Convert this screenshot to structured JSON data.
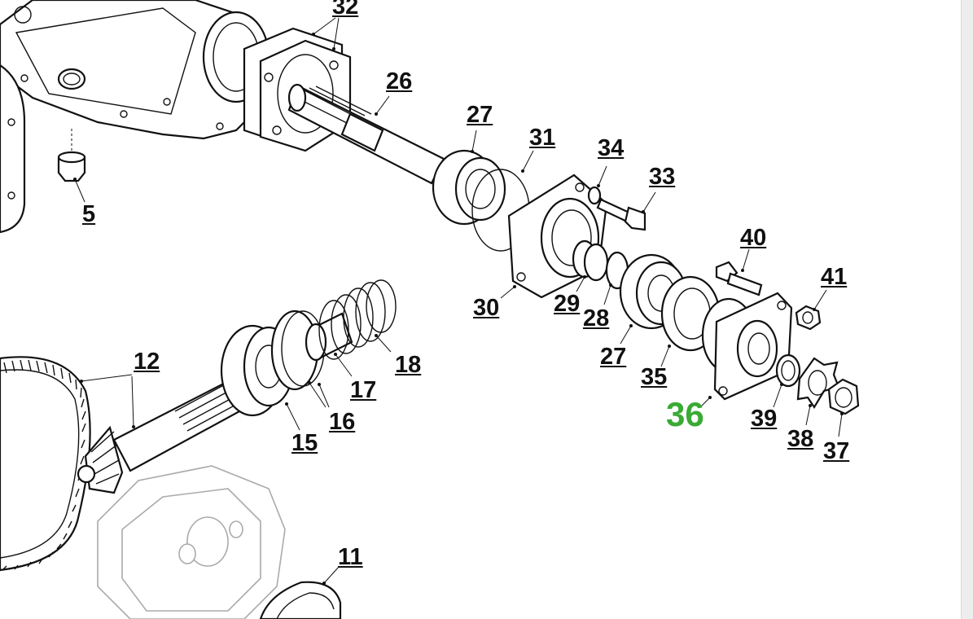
{
  "colors": {
    "line": "#111111",
    "ghost_line": "#aaaaaa",
    "active_callout": "#3aaa35",
    "background": "#ffffff",
    "scrollbar": "#ededed"
  },
  "active_part": "36",
  "callouts": [
    {
      "id": "c32",
      "label": "32"
    },
    {
      "id": "c26",
      "label": "26"
    },
    {
      "id": "c27a",
      "label": "27"
    },
    {
      "id": "c31",
      "label": "31"
    },
    {
      "id": "c34",
      "label": "34"
    },
    {
      "id": "c33",
      "label": "33"
    },
    {
      "id": "c5",
      "label": "5"
    },
    {
      "id": "c40",
      "label": "40"
    },
    {
      "id": "c41",
      "label": "41"
    },
    {
      "id": "c30",
      "label": "30"
    },
    {
      "id": "c29",
      "label": "29"
    },
    {
      "id": "c28",
      "label": "28"
    },
    {
      "id": "c27b",
      "label": "27"
    },
    {
      "id": "c35",
      "label": "35"
    },
    {
      "id": "c36",
      "label": "36"
    },
    {
      "id": "c39",
      "label": "39"
    },
    {
      "id": "c38",
      "label": "38"
    },
    {
      "id": "c37",
      "label": "37"
    },
    {
      "id": "c12",
      "label": "12"
    },
    {
      "id": "c18",
      "label": "18"
    },
    {
      "id": "c17",
      "label": "17"
    },
    {
      "id": "c16",
      "label": "16"
    },
    {
      "id": "c15",
      "label": "15"
    },
    {
      "id": "c11",
      "label": "11"
    }
  ]
}
